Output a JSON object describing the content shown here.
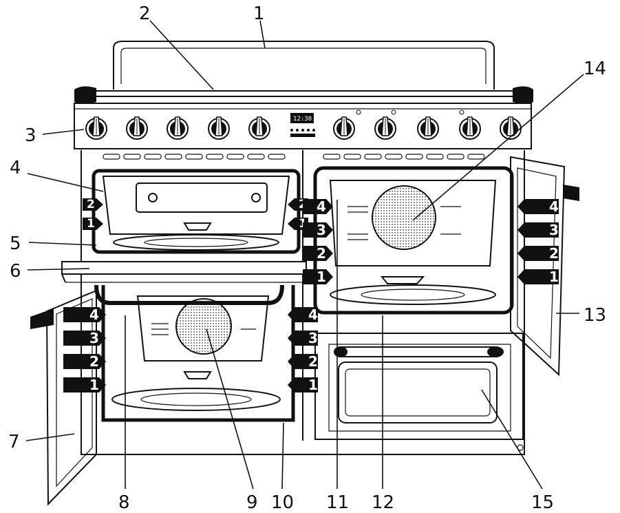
{
  "diagram": {
    "clock_display": "12:30",
    "callouts": [
      {
        "id": "c1",
        "label": "1"
      },
      {
        "id": "c2",
        "label": "2"
      },
      {
        "id": "c3",
        "label": "3"
      },
      {
        "id": "c4",
        "label": "4"
      },
      {
        "id": "c5",
        "label": "5"
      },
      {
        "id": "c6",
        "label": "6"
      },
      {
        "id": "c7",
        "label": "7"
      },
      {
        "id": "c8",
        "label": "8"
      },
      {
        "id": "c9",
        "label": "9"
      },
      {
        "id": "c10",
        "label": "10"
      },
      {
        "id": "c11",
        "label": "11"
      },
      {
        "id": "c12",
        "label": "12"
      },
      {
        "id": "c13",
        "label": "13"
      },
      {
        "id": "c14",
        "label": "14"
      },
      {
        "id": "c15",
        "label": "15"
      }
    ],
    "shelf_labels": {
      "top_left_oven_left": [
        "2",
        "1"
      ],
      "top_left_oven_right": [
        "2",
        "1"
      ],
      "lower_left_oven_left": [
        "4",
        "3",
        "2",
        "1"
      ],
      "lower_left_oven_right": [
        "4",
        "3",
        "2",
        "1"
      ],
      "right_oven_left": [
        "4",
        "3",
        "2",
        "1"
      ],
      "right_oven_door": [
        "4",
        "3",
        "2",
        "1"
      ]
    },
    "colors": {
      "ink": "#111111",
      "paper": "#ffffff",
      "fan_mesh": "#333333"
    }
  }
}
